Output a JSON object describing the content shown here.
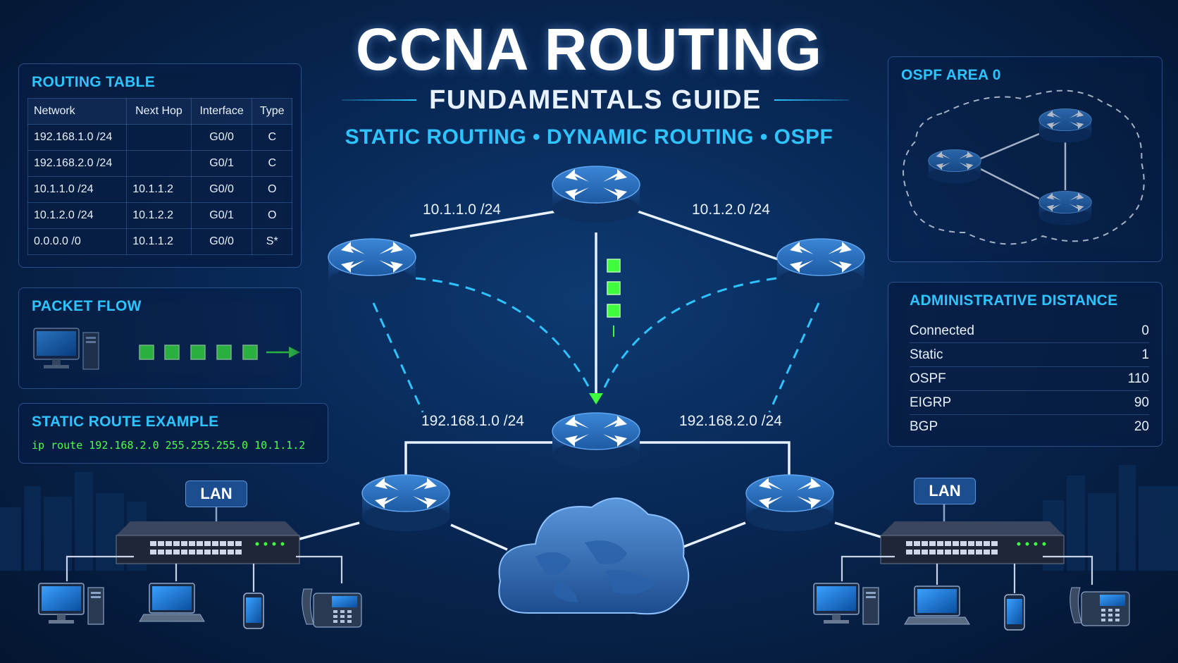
{
  "header": {
    "title": "CCNA ROUTING",
    "subtitle": "FUNDAMENTALS GUIDE",
    "tagline": "STATIC ROUTING • DYNAMIC ROUTING • OSPF"
  },
  "routing_table": {
    "title": "ROUTING TABLE",
    "columns": [
      "Network",
      "Next Hop",
      "Interface",
      "Type"
    ],
    "rows": [
      [
        "192.168.1.0 /24",
        "",
        "G0/0",
        "C"
      ],
      [
        "192.168.2.0 /24",
        "",
        "G0/1",
        "C"
      ],
      [
        "10.1.1.0 /24",
        "10.1.1.2",
        "G0/0",
        "O"
      ],
      [
        "10.1.2.0 /24",
        "10.1.2.2",
        "G0/1",
        "O"
      ],
      [
        "0.0.0.0 /0",
        "10.1.1.2",
        "G0/0",
        "S*"
      ]
    ]
  },
  "packet_flow": {
    "title": "PACKET FLOW"
  },
  "static_route": {
    "title": "STATIC ROUTE EXAMPLE",
    "command": "ip route 192.168.2.0 255.255.255.0 10.1.1.2"
  },
  "ospf": {
    "title": "OSPF AREA 0"
  },
  "admin_distance": {
    "title": "ADMINISTRATIVE DISTANCE",
    "rows": [
      {
        "protocol": "Connected",
        "value": "0"
      },
      {
        "protocol": "Static",
        "value": "1"
      },
      {
        "protocol": "OSPF",
        "value": "110"
      },
      {
        "protocol": "EIGRP",
        "value": "90"
      },
      {
        "protocol": "BGP",
        "value": "20"
      }
    ]
  },
  "diagram": {
    "link_left_top": "10.1.1.0 /24",
    "link_right_top": "10.1.2.0 /24",
    "link_left_bottom": "192.168.1.0 /24",
    "link_right_bottom": "192.168.2.0 /24",
    "lan_left": "LAN",
    "lan_right": "LAN"
  },
  "colors": {
    "accent": "#2ec4ff",
    "packet_green": "#3dff3d",
    "router_blue": "#1f5ea8",
    "background": "#082754"
  }
}
